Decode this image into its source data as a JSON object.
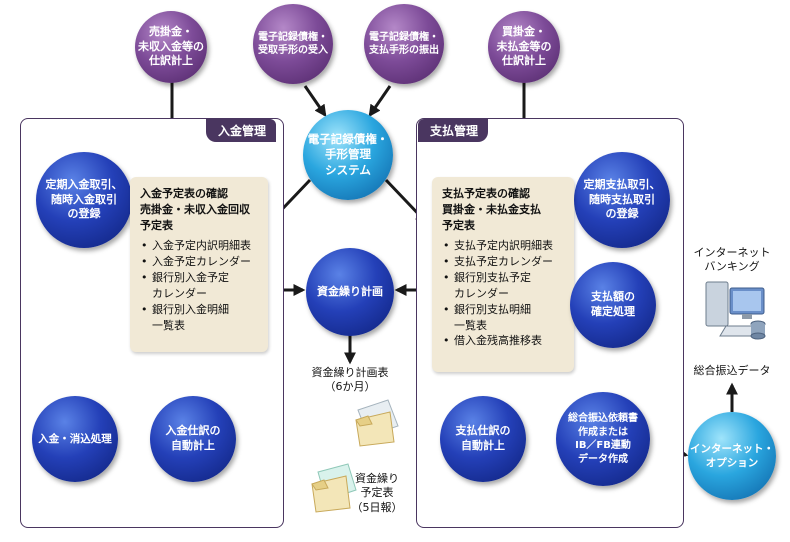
{
  "circles": {
    "ar_journal": "売掛金・\n未収入金等の\n仕訳計上",
    "erec_receipt": "電子記録債権・\n受取手形の受入",
    "erec_issue": "電子記録債権・\n支払手形の振出",
    "ap_journal": "買掛金・\n未払金等の\n仕訳計上",
    "in_regular": "定期入金取引、\n随時入金取引\nの登録",
    "erec_system": "電子記録債権・\n手形管理\nシステム",
    "out_regular": "定期支払取引、\n随時支払取引\nの登録",
    "cash_plan": "資金繰り計画",
    "pay_confirm": "支払額の\n確定処理",
    "in_clear": "入金・消込処理",
    "in_journal": "入金仕訳の\n自動計上",
    "pay_journal": "支払仕訳の\n自動計上",
    "transfer_request": "総合振込依頼書\n作成または\nIB／FB連動\nデータ作成",
    "internet_option": "インターネット・\nオプション"
  },
  "panels": {
    "in_label": "入金管理",
    "out_label": "支払管理"
  },
  "in_box": {
    "heading": "入金予定表の確認\n売掛金・未収入金回収\n予定表",
    "items": [
      "入金予定内訳明細表",
      "入金予定カレンダー",
      "銀行別入金予定\nカレンダー",
      "銀行別入金明細\n一覧表"
    ]
  },
  "out_box": {
    "heading": "支払予定表の確認\n買掛金・未払金支払\n予定表",
    "items": [
      "支払予定内訳明細表",
      "支払予定カレンダー",
      "銀行別支払予定\nカレンダー",
      "銀行別支払明細\n一覧表",
      "借入金残高推移表"
    ]
  },
  "labels": {
    "plan_doc": "資金繰り計画表\n（6か月）",
    "daily_doc": "資金繰り\n予定表\n（5日報）",
    "ib_title": "インターネット\nバンキング",
    "transfer_data": "総合振込データ"
  },
  "colors": {
    "frame": "#4a3660",
    "note": "#f1e9d6",
    "arrow": "#1a1a1a"
  }
}
